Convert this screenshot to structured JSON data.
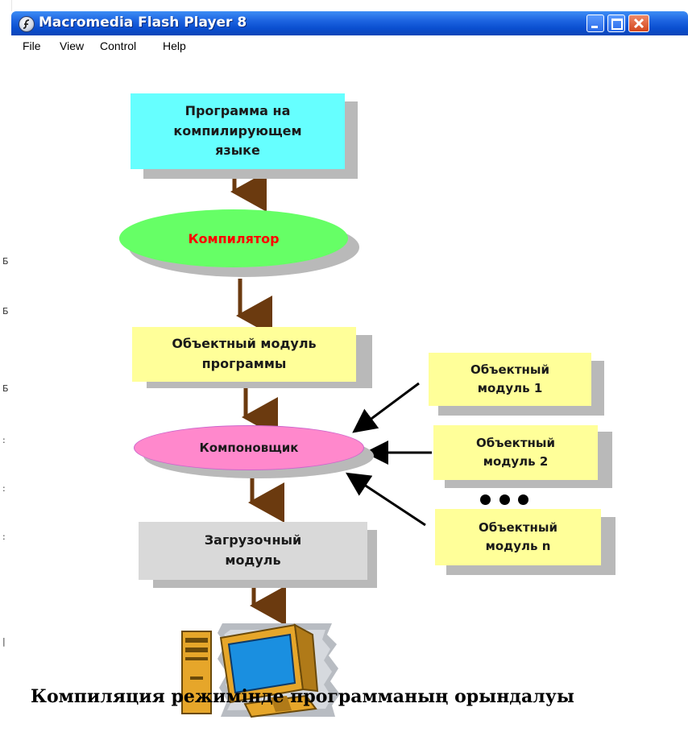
{
  "window": {
    "title": "Macromedia Flash Player 8"
  },
  "menu": [
    "File",
    "View",
    "Control",
    "Help"
  ],
  "diagram": {
    "source_program": "Программа на компилирующем языке",
    "compiler": "Компилятор",
    "object_module": "Объектный модуль программы",
    "linker": "Компоновщик",
    "load_module": "Загрузочный модуль",
    "external_modules": [
      "Объектный модуль 1",
      "Объектный модуль 2",
      "Объектный модуль n"
    ],
    "ellipsis": "• • •"
  },
  "caption": "Компиляция режимінде программаның орындалуы",
  "colors": {
    "source_box": "#66ffff",
    "compiler_ellipse": "#66ff66",
    "compiler_text": "#ff0000",
    "module_box": "#ffff99",
    "linker_ellipse": "#ff88cc",
    "load_box": "#d9d9d9",
    "arrow_brown": "#6b3a0f",
    "titlebar": "#0a4fd0"
  },
  "icons": {
    "app": "flash-player-icon",
    "computer": "computer-icon"
  }
}
